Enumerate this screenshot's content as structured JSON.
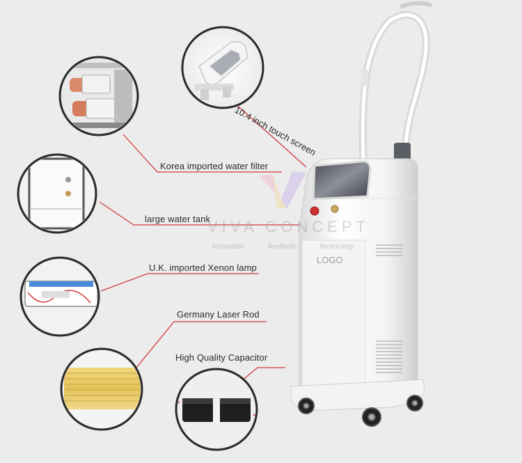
{
  "labels": {
    "touch_screen": "10.4 inch touch screen",
    "water_filter": "Korea imported water filter",
    "water_tank": "large water tank",
    "xenon_lamp": "U.K. imported Xenon lamp",
    "laser_rod": "Germany Laser  Rod",
    "capacitor": "High Quality Capacitor"
  },
  "device": {
    "panel_logo": "LOGO"
  },
  "watermark": {
    "brand": "VIVA CONCEPT",
    "tagline_1": "Innovation",
    "tagline_2": "Aesthetic",
    "tagline_3": "Technology"
  },
  "colors": {
    "background": "#ececed",
    "callout_line": "#d23a3a",
    "device_body": "#f7f7f7"
  }
}
